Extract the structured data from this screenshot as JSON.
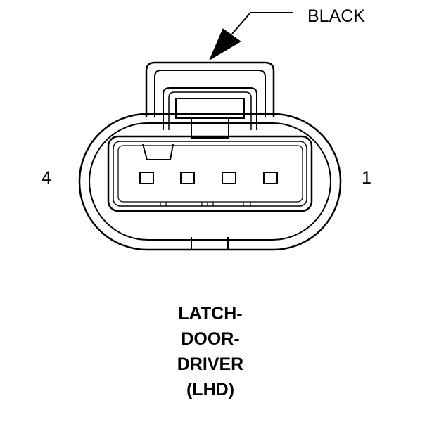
{
  "wire_color_label": "BLACK",
  "pin_labels": {
    "left": "4",
    "right": "1"
  },
  "caption_lines": [
    "LATCH-",
    "DOOR-",
    "DRIVER",
    "(LHD)"
  ],
  "colors": {
    "line": "#000000",
    "background": "#ffffff"
  }
}
